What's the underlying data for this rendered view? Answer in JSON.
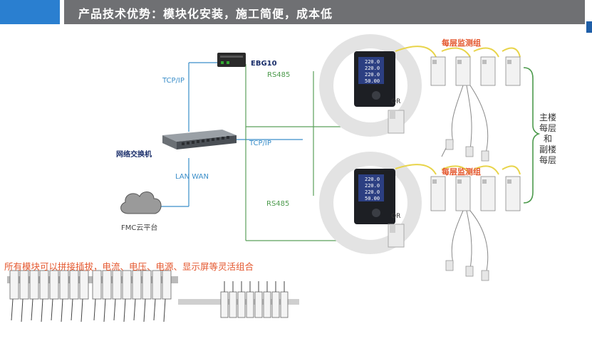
{
  "header": {
    "title": "产品技术优势：模块化安装，施工简便，成本低"
  },
  "devices": {
    "gateway": "EBG10",
    "switch": "网络交换机",
    "cloud": "FMC云平台",
    "or_top": "OR",
    "or_bottom": "OR"
  },
  "links": {
    "tcpip_left": "TCP/IP",
    "tcpip_mid": "TCP/IP",
    "rs485_top": "RS485",
    "rs485_bottom": "RS485",
    "lan_wan": "LAN  WAN"
  },
  "groups": {
    "top": "每层监测组",
    "bottom": "每层监测组"
  },
  "floors_label": "主楼 每层 和 副楼 每层",
  "meter_readings": {
    "top": [
      "220.0",
      "220.0",
      "220.0",
      "50.00"
    ],
    "bottom": [
      "220.0",
      "220.0",
      "220.0",
      "50.00"
    ]
  },
  "bottom_caption": "所有模块可以拼接插拔，电流、电压、电源、显示屏等灵活组合",
  "colors": {
    "header_bg": "#6f7073",
    "header_accent": "#2a7fd0",
    "blue_line": "#3a8ec9",
    "green_line": "#5aa05a",
    "yellow_line": "#e8d44a",
    "caption": "#e4572e"
  }
}
